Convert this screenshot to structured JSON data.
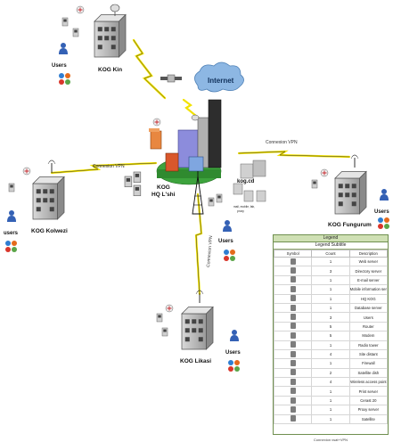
{
  "sites": {
    "hq": "KOG\nHQ L'shi",
    "kin": "KOG Kin",
    "kolwezi": "KOG Kolwezi",
    "fungurume": "KOG Fungurum",
    "likasi": "KOG Likasi",
    "kogcd": "kog.cd"
  },
  "labels": {
    "internet": "Internet",
    "users_kin": "Users",
    "users_kolwezi": "users",
    "users_fungurume": "Users",
    "users_likasi": "Users",
    "users_hq": "Users",
    "vpn_kolwezi": "Connexion VPN",
    "vpn_fungurume": "Connexion VPN",
    "vpn_likasi": "Connexion VPN",
    "hq_servers_caption": "mail, mobile, fab,\nproxy"
  },
  "legend": {
    "title": "Legend",
    "subtitle": "Legend Subtitle",
    "headers": [
      "Symbol",
      "Count",
      "Description"
    ],
    "rows": [
      {
        "count": "1",
        "desc": "Web server",
        "icon": "server-icon"
      },
      {
        "count": "3",
        "desc": "Directory server",
        "icon": "server-icon"
      },
      {
        "count": "1",
        "desc": "E-mail server",
        "icon": "server-icon"
      },
      {
        "count": "1",
        "desc": "Mobile information server",
        "icon": "server-icon"
      },
      {
        "count": "1",
        "desc": "HQ KOG",
        "icon": "building-icon"
      },
      {
        "count": "1",
        "desc": "Database server",
        "icon": "server-icon"
      },
      {
        "count": "3",
        "desc": "Users",
        "icon": "user-icon"
      },
      {
        "count": "5",
        "desc": "Router",
        "icon": "router-icon"
      },
      {
        "count": "5",
        "desc": "Modem",
        "icon": "modem-icon"
      },
      {
        "count": "1",
        "desc": "Radio tower",
        "icon": "radio-tower-icon"
      },
      {
        "count": "4",
        "desc": "Site distant",
        "icon": "building-icon"
      },
      {
        "count": "1",
        "desc": "Firewall",
        "icon": "firewall-icon"
      },
      {
        "count": "2",
        "desc": "Satellite dish",
        "icon": "satellite-dish-icon"
      },
      {
        "count": "4",
        "desc": "Wireless access point",
        "icon": "wireless-ap-icon"
      },
      {
        "count": "1",
        "desc": "Print server",
        "icon": "server-icon"
      },
      {
        "count": "1",
        "desc": "Cerast 20",
        "icon": "server-icon"
      },
      {
        "count": "1",
        "desc": "Proxy server",
        "icon": "server-icon"
      },
      {
        "count": "1",
        "desc": "Satellite",
        "icon": "satellite-icon"
      }
    ],
    "footer": "Connexion vsat+VPN"
  },
  "colors": {
    "lightning": "#f2e200",
    "cloud": "#8db7e3",
    "green_base": "#3da33d",
    "legend_header": "#cfe0b4"
  }
}
